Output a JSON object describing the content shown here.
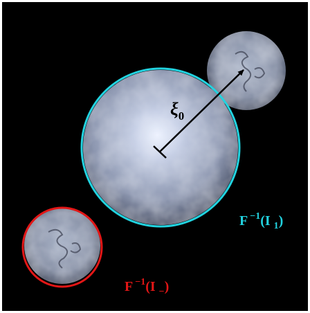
{
  "figure": {
    "background_color": "#000000",
    "frame_color": "#ffffff"
  },
  "circles": {
    "central": {
      "outline_color": "#22d3e0",
      "label": {
        "text": "F",
        "exponent": "−1",
        "argument_open": "(I",
        "subscript": "1",
        "argument_close": ")",
        "color": "#22d3e0"
      }
    },
    "upper_right": {},
    "lower_left": {
      "outline_color": "#e21616",
      "label": {
        "text": "F",
        "exponent": "−1",
        "argument_open": "(I",
        "subscript": "−",
        "argument_close": ")",
        "color": "#e21616"
      }
    }
  },
  "radius_marker": {
    "symbol": "ξ",
    "subscript": "0",
    "color": "#000000"
  }
}
